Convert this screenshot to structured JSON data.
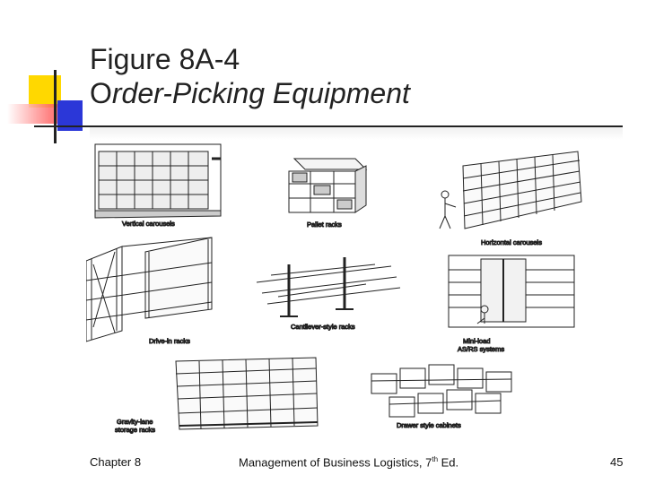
{
  "slide": {
    "title_line1": "Figure 8A-4",
    "title_line2_first": "O",
    "title_line2_rest": "rder-Picking Equipment"
  },
  "figure": {
    "labels": {
      "vertical_carousels": "Vertical carousels",
      "pallet_racks": "Pallet racks",
      "horizontal_carousels": "Horizontal carousels",
      "drive_in_racks": "Drive-in racks",
      "cantilever_racks": "Cantilever-style racks",
      "mini_load_line1": "Mini-load",
      "mini_load_line2": "AS/RS systems",
      "gravity_lane_line1": "Gravity-lane",
      "gravity_lane_line2": "storage racks",
      "drawer_cabinets": "Drawer style cabinets"
    }
  },
  "footer": {
    "chapter": "Chapter 8",
    "book_prefix": "Management of Business Logistics, 7",
    "book_sup": "th",
    "book_suffix": " Ed.",
    "page": "45"
  },
  "colors": {
    "accent_yellow": "#ffd800",
    "accent_red": "#ff3b3b",
    "accent_blue": "#2b37d8",
    "rule": "#222222"
  }
}
